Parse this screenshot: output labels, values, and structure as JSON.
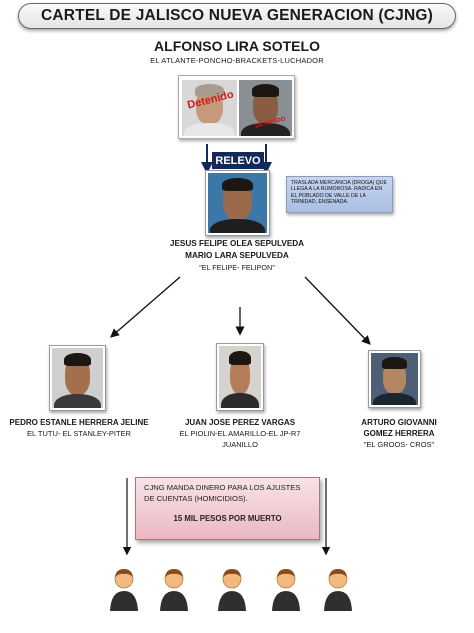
{
  "title": "CARTEL DE JALISCO NUEVA GENERACION  (CJNG)",
  "boss": {
    "name": "ALFONSO LIRA SOTELO",
    "aliases": "EL ATLANTE-PONCHO-BRACKETS-LUCHADOR",
    "stamp_left": "Detenido",
    "stamp_right": "DETENIDO"
  },
  "relevo_label": "RELEVO",
  "note": "TRASLADA MERCANCIA (DROGA) QUE LLEGA A LA RUMOROSA. RADICA EN EL POBLADO DE VALLE DE LA TRINIDAD, ENSENADA.",
  "successor": {
    "name_1": "JESUS FELIPE OLEA SEPULVEDA",
    "name_2": "MARIO LARA SEPULVEDA",
    "aliases": "\"EL FELIPE- FELIPON\""
  },
  "lieutenants": [
    {
      "name": "PEDRO ESTANLE HERRERA JELINE",
      "aliases": "EL TUTU- EL STANLEY-PITER"
    },
    {
      "name": "JUAN JOSE PEREZ VARGAS",
      "aliases": "EL PIOLIN-EL AMARILLO-EL JP-R7 JUANILLO"
    },
    {
      "name": "ARTURO GIOVANNI GOMEZ HERRERA",
      "aliases": "\"EL GROOS- CROS\""
    }
  ],
  "payment": {
    "text": "CJNG  MANDA DINERO PARA LOS AJUSTES DE CUENTAS (HOMICIDIOS).",
    "amount": "15 MIL PESOS POR MUERTO"
  },
  "icons": {
    "person": "person-icon",
    "arrow": "arrow-down-icon"
  },
  "colors": {
    "relevo_bg": "#14295a",
    "note_bg": "#b8c9e8",
    "money_bg": "#f0c8d0",
    "stamp": "#d01818"
  }
}
